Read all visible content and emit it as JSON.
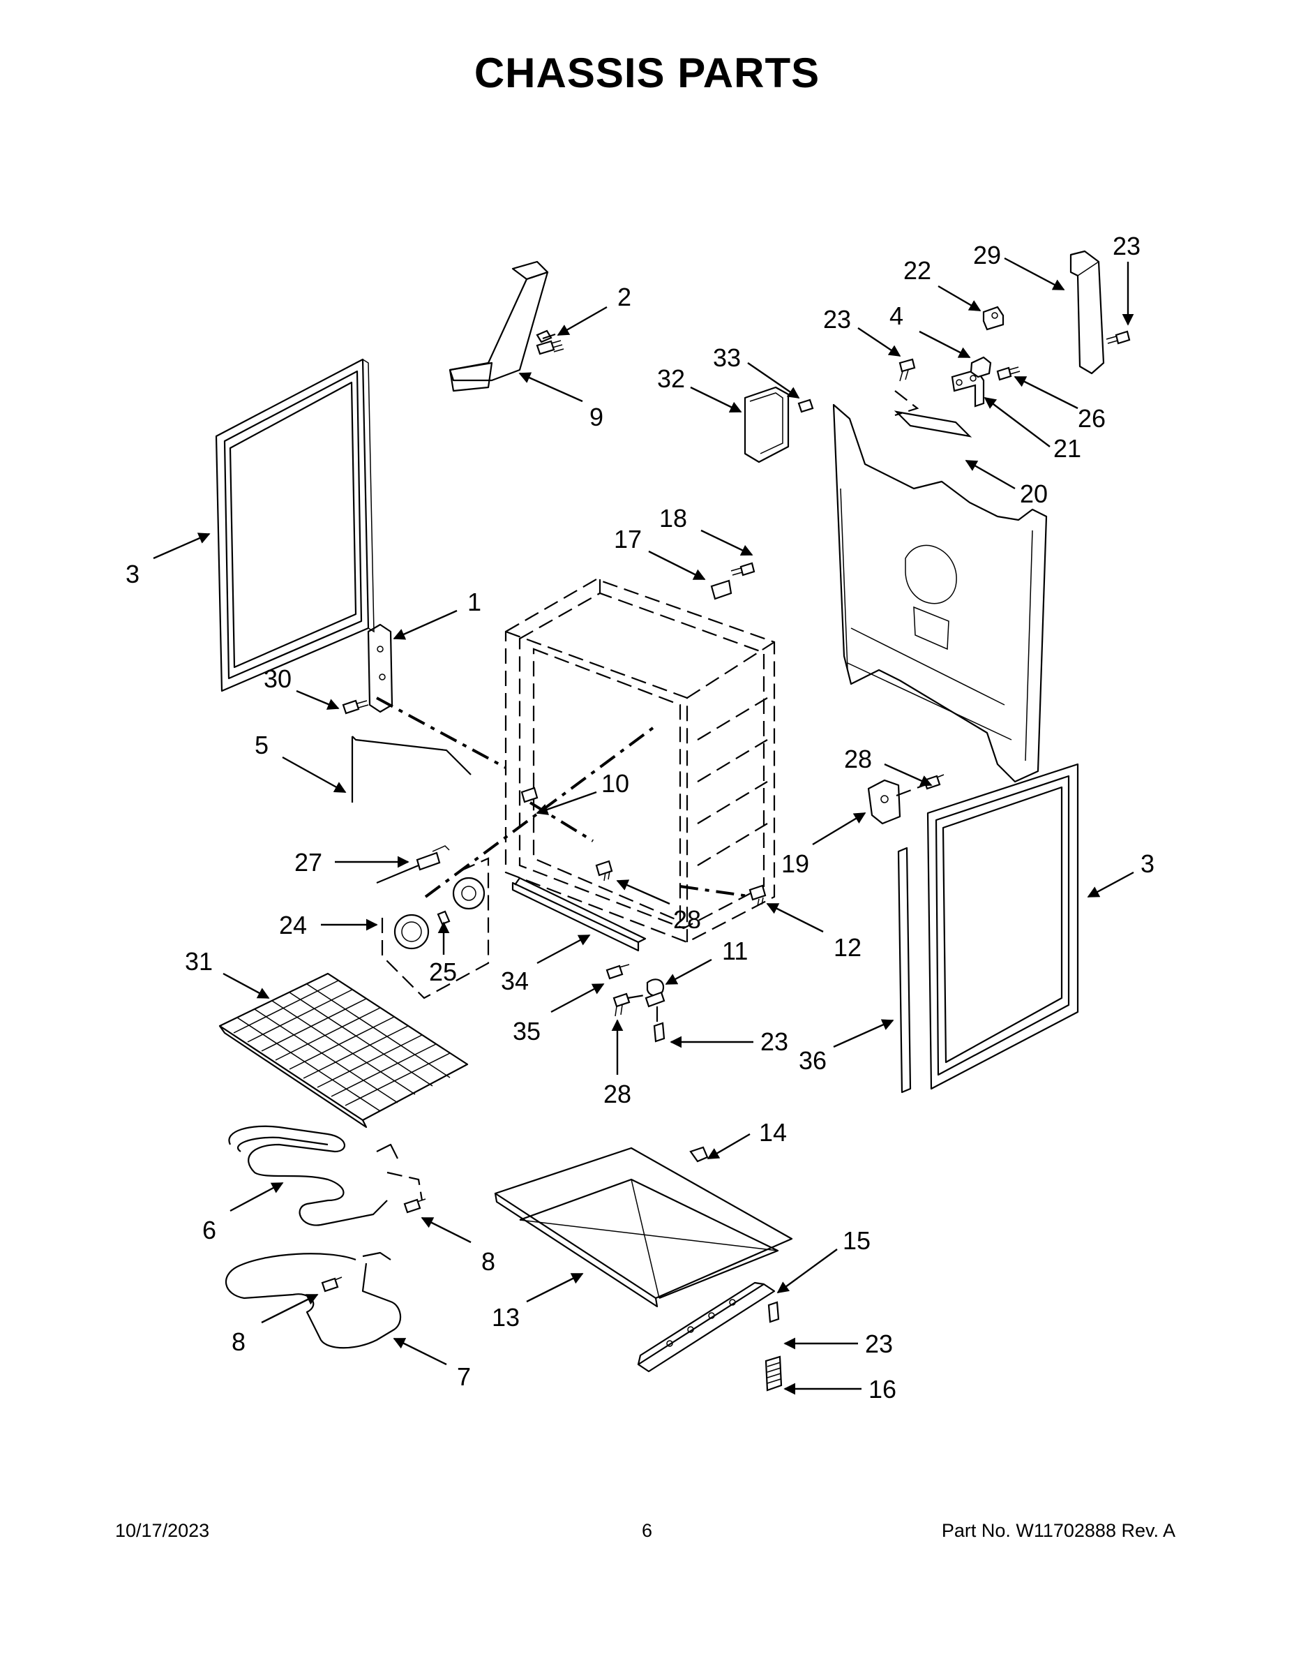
{
  "title": "CHASSIS PARTS",
  "footer": {
    "date": "10/17/2023",
    "page": "6",
    "part_number": "Part No.  W11702888  Rev.  A"
  },
  "callouts": [
    "1",
    "2",
    "3",
    "3",
    "4",
    "5",
    "6",
    "7",
    "8",
    "8",
    "9",
    "10",
    "11",
    "12",
    "13",
    "14",
    "15",
    "16",
    "17",
    "18",
    "19",
    "20",
    "21",
    "22",
    "23",
    "23",
    "23",
    "23",
    "24",
    "25",
    "26",
    "27",
    "28",
    "28",
    "28",
    "29",
    "30",
    "31",
    "32",
    "33",
    "34",
    "35",
    "36"
  ]
}
